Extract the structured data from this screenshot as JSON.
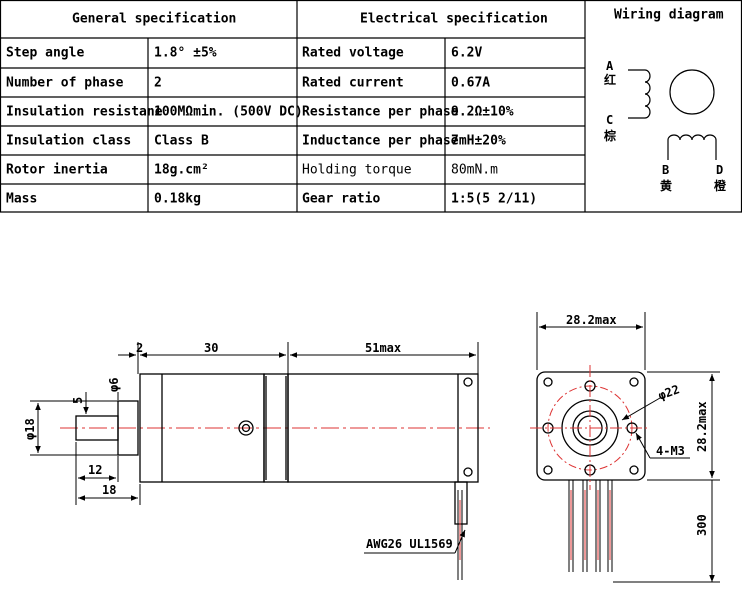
{
  "general": {
    "header": "General  specification",
    "rows": [
      {
        "label": "Step angle",
        "value": "1.8°  ±5%"
      },
      {
        "label": "Number of phase",
        "value": "2"
      },
      {
        "label": "Insulation resistane",
        "value": "100MΩmin. (500V DC)"
      },
      {
        "label": "Insulation class",
        "value": "Class B"
      },
      {
        "label": "Rotor inertia",
        "value": "18g.cm²"
      },
      {
        "label": "Mass",
        "value": "0.18kg"
      }
    ]
  },
  "electrical": {
    "header": "Electrical  specification",
    "rows": [
      {
        "label": "Rated voltage",
        "value": "6.2V"
      },
      {
        "label": "Rated current",
        "value": "0.67A"
      },
      {
        "label": "Resistance per phase",
        "value": "9.2Ω±10%"
      },
      {
        "label": "Inductance per phase",
        "value": "7mH±20%"
      },
      {
        "label": "Holding torque",
        "value": "80mN.m"
      },
      {
        "label": "Gear ratio",
        "value": "1:5(5 2/11)"
      }
    ]
  },
  "wiring": {
    "header": "Wiring diagram",
    "A": "A",
    "A_cn": "红",
    "C": "C",
    "C_cn": "棕",
    "B": "B",
    "B_cn": "黄",
    "D": "D",
    "D_cn": "橙"
  },
  "drawing": {
    "dim_2": "2",
    "dim_30": "30",
    "dim_51max": "51max",
    "dim_phi6": "φ6",
    "dim_5": "5",
    "dim_phi18": "φ18",
    "dim_12": "12",
    "dim_18": "18",
    "wire_label": "AWG26 UL1569",
    "dim_28_top": "28.2max",
    "dim_phi22": "φ22",
    "dim_28_side": "28.2max",
    "dim_4m3": "4-M3",
    "dim_300": "300"
  }
}
